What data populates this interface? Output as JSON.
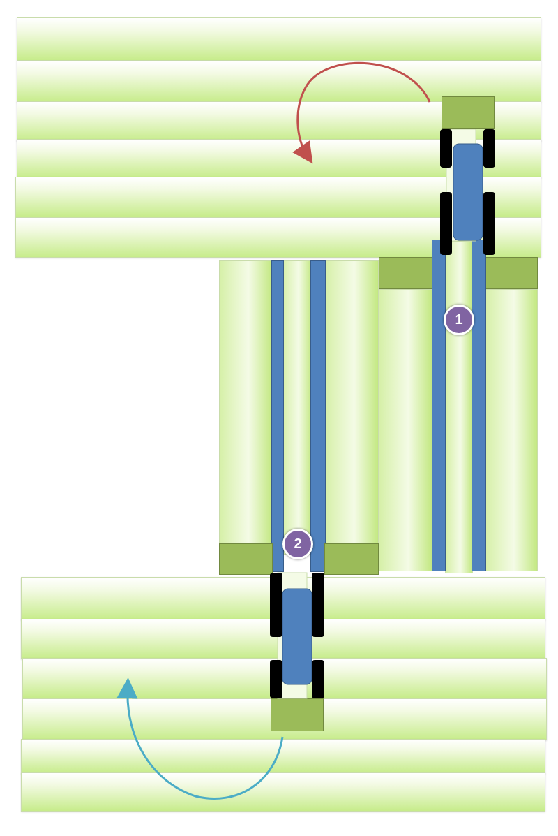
{
  "diagram": {
    "colors": {
      "strip": "#d7f1ad",
      "headland": "#9bbb59",
      "rail": "#4f81bd",
      "tractor_body": "#4f81bd",
      "wheel": "#000000",
      "badge": "#8064a2",
      "turn_arrow_top": "#c0504d",
      "turn_arrow_bottom": "#4bacc6"
    },
    "markers": [
      {
        "label": "1",
        "icon": "step-number-badge"
      },
      {
        "label": "2",
        "icon": "step-number-badge"
      }
    ],
    "icons": [
      "tractor-icon",
      "curved-arrow-icon"
    ]
  }
}
